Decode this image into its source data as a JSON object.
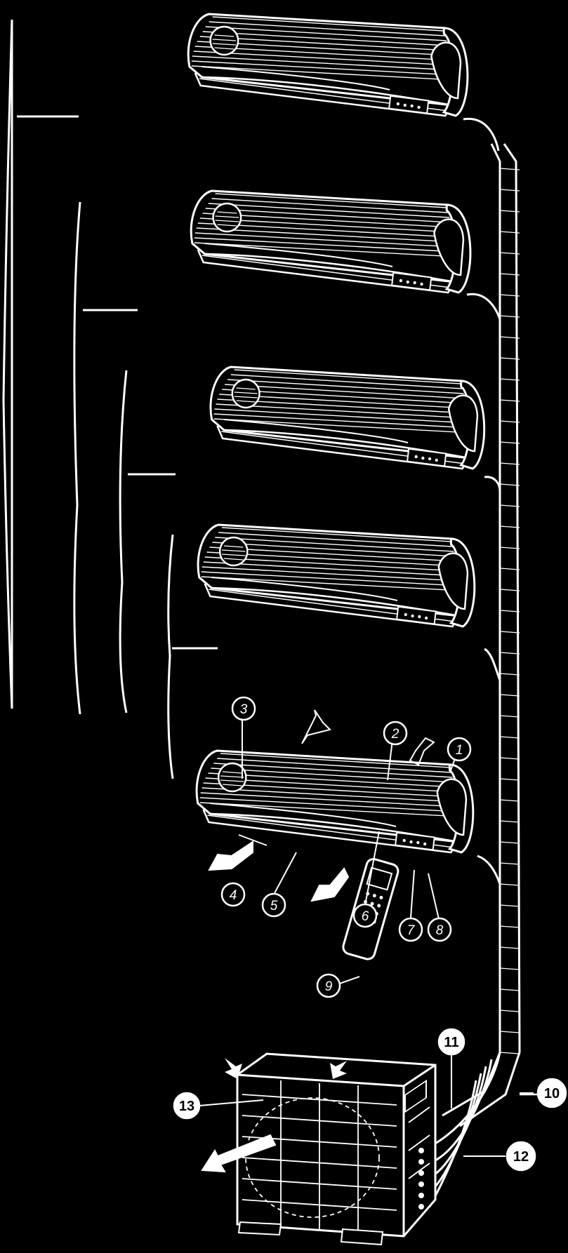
{
  "palette": {
    "background": "#000000",
    "line": "#ffffff"
  },
  "indoor_units": {
    "count": 5
  },
  "callouts": [
    {
      "id": "c1",
      "label": "1"
    },
    {
      "id": "c2",
      "label": "2"
    },
    {
      "id": "c3",
      "label": "3"
    },
    {
      "id": "c4",
      "label": "4"
    },
    {
      "id": "c5",
      "label": "5"
    },
    {
      "id": "c6",
      "label": "6"
    },
    {
      "id": "c7",
      "label": "7"
    },
    {
      "id": "c8",
      "label": "8"
    },
    {
      "id": "c9",
      "label": "9"
    },
    {
      "id": "c10",
      "label": "10"
    },
    {
      "id": "c11",
      "label": "11"
    },
    {
      "id": "c12",
      "label": "12"
    },
    {
      "id": "c13",
      "label": "13"
    }
  ]
}
